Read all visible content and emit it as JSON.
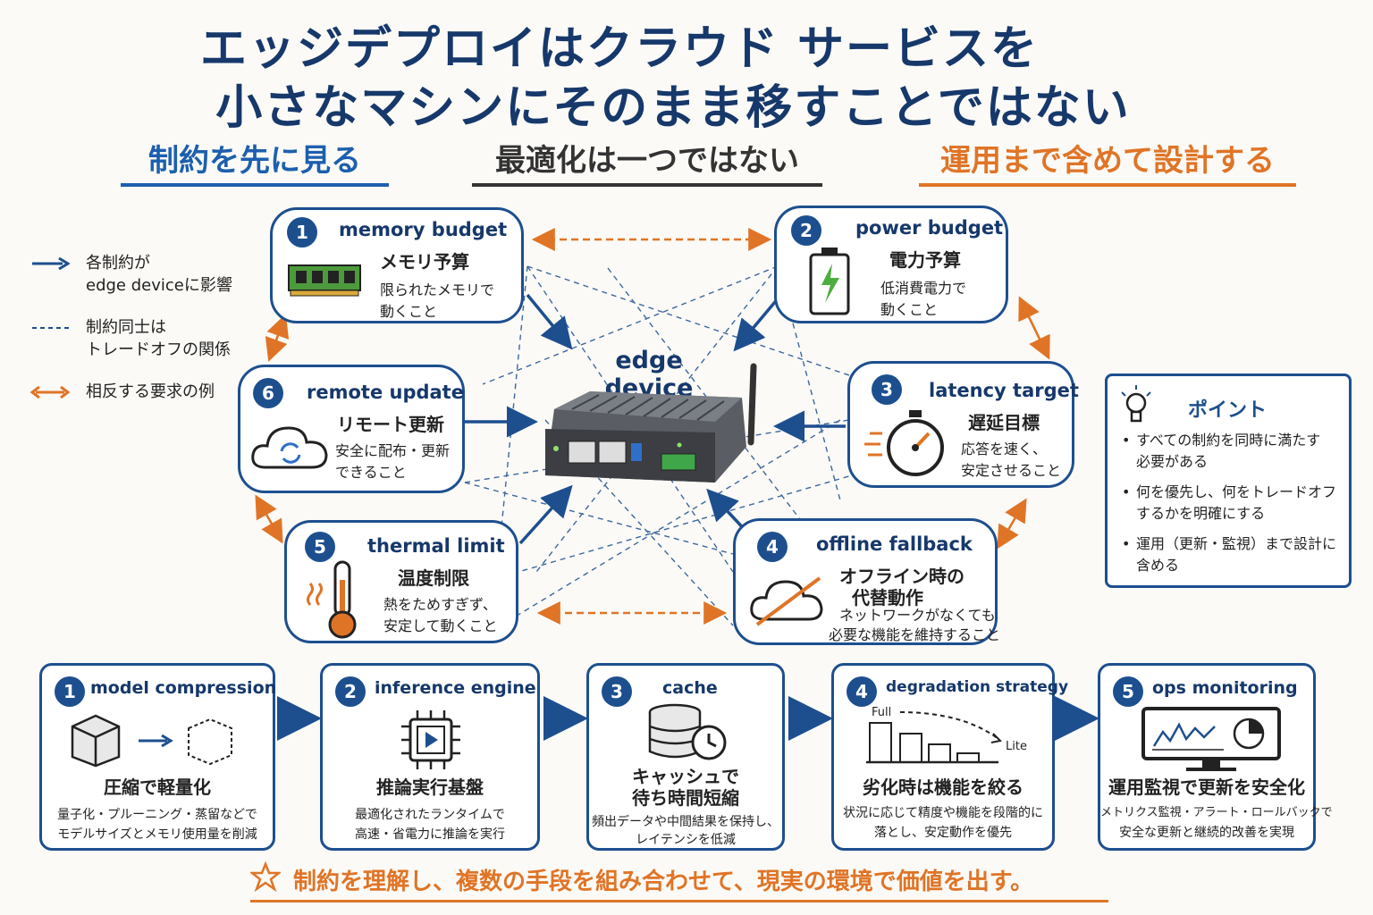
{
  "title": {
    "line1": "エッジデプロイはクラウド サービスを",
    "line2": "小さなマシンにそのまま移すことではない"
  },
  "subtitles": [
    "制約を先に見る",
    "最適化は一つではない",
    "運用まで含めて設計する"
  ],
  "legend": [
    {
      "line1": "各制約が",
      "line2": "edge deviceに影響"
    },
    {
      "line1": "制約同士は",
      "line2": "トレードオフの関係"
    },
    {
      "line1": "相反する要求の例",
      "line2": ""
    }
  ],
  "center": {
    "label": "edge device"
  },
  "constraints": [
    {
      "num": "1",
      "name": "memory budget",
      "jp": "メモリ予算",
      "desc1": "限られたメモリで",
      "desc2": "動くこと",
      "icon": "memory-module-icon"
    },
    {
      "num": "2",
      "name": "power budget",
      "jp": "電力予算",
      "desc1": "低消費電力で",
      "desc2": "動くこと",
      "icon": "battery-icon"
    },
    {
      "num": "3",
      "name": "latency target",
      "jp": "遅延目標",
      "desc1": "応答を速く、",
      "desc2": "安定させること",
      "icon": "stopwatch-icon"
    },
    {
      "num": "4",
      "name": "offline fallback",
      "jp1": "オフライン時の",
      "jp2": "代替動作",
      "desc1": "ネットワークがなくても",
      "desc2": "必要な機能を維持すること",
      "icon": "cloud-off-icon"
    },
    {
      "num": "5",
      "name": "thermal limit",
      "jp": "温度制限",
      "desc1": "熱をためすぎず、",
      "desc2": "安定して動くこと",
      "icon": "thermometer-icon"
    },
    {
      "num": "6",
      "name": "remote update",
      "jp": "リモート更新",
      "desc1": "安全に配布・更新",
      "desc2": "できること",
      "icon": "cloud-sync-icon"
    }
  ],
  "point": {
    "heading": "ポイント",
    "items": [
      {
        "l1": "すべての制約を同時に満たす",
        "l2": "必要がある"
      },
      {
        "l1": "何を優先し、何をトレードオフ",
        "l2": "するかを明確にする"
      },
      {
        "l1": "運用（更新・監視）まで設計に",
        "l2": "含める"
      }
    ]
  },
  "steps": [
    {
      "num": "1",
      "name": "model compression",
      "jp1": "圧縮で軽量化",
      "jp2": "",
      "desc1": "量子化・プルーニング・蒸留などで",
      "desc2": "モデルサイズとメモリ使用量を削減",
      "icon": "cube-compress-icon"
    },
    {
      "num": "2",
      "name": "inference engine",
      "jp1": "推論実行基盤",
      "jp2": "",
      "desc1": "最適化されたランタイムで",
      "desc2": "高速・省電力に推論を実行",
      "icon": "chip-play-icon"
    },
    {
      "num": "3",
      "name": "cache",
      "jp1": "キャッシュで",
      "jp2": "待ち時間短縮",
      "desc1": "頻出データや中間結果を保持し、",
      "desc2": "レイテンシを低減",
      "icon": "database-clock-icon"
    },
    {
      "num": "4",
      "name": "degradation strategy",
      "jp1": "劣化時は機能を絞る",
      "jp2": "",
      "desc1": "状況に応じて精度や機能を段階的に",
      "desc2": "落とし、安定動作を優先",
      "icon": "degradation-bars-icon",
      "full": "Full",
      "lite": "Lite"
    },
    {
      "num": "5",
      "name": "ops monitoring",
      "jp1": "運用監視で更新を安全化",
      "jp2": "",
      "desc1": "メトリクス監視・アラート・ロールバックで",
      "desc2": "安全な更新と継続的改善を実現",
      "icon": "monitor-dashboard-icon"
    }
  ],
  "bottom": "制約を理解し、複数の手段を組み合わせて、現実の環境で価値を出す。",
  "colors": {
    "navy": "#16386b",
    "blue": "#1d4f8f",
    "orange": "#e07426"
  }
}
